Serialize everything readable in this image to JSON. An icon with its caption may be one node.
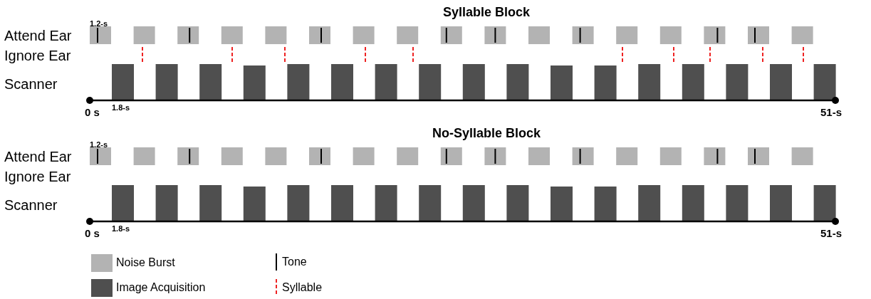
{
  "diagram": {
    "labels": [
      "Syllable Block",
      "1.2-s",
      "Attend Ear",
      "Ignore Ear",
      "Scanner",
      "0 s",
      "1.8-s",
      "51-s",
      "No-Syllable Block",
      "1.2-s",
      "Attend Ear",
      "Ignore Ear",
      "Scanner",
      "0 s",
      "1.8-s",
      "51-s"
    ],
    "legend": [
      {
        "text": "Noise Burst",
        "color": "#b3b3b3"
      },
      {
        "text": "Image Acquisition",
        "color": "#4f4f4f"
      },
      {
        "text": "Tone"
      },
      {
        "text": "Syllable"
      }
    ]
  }
}
